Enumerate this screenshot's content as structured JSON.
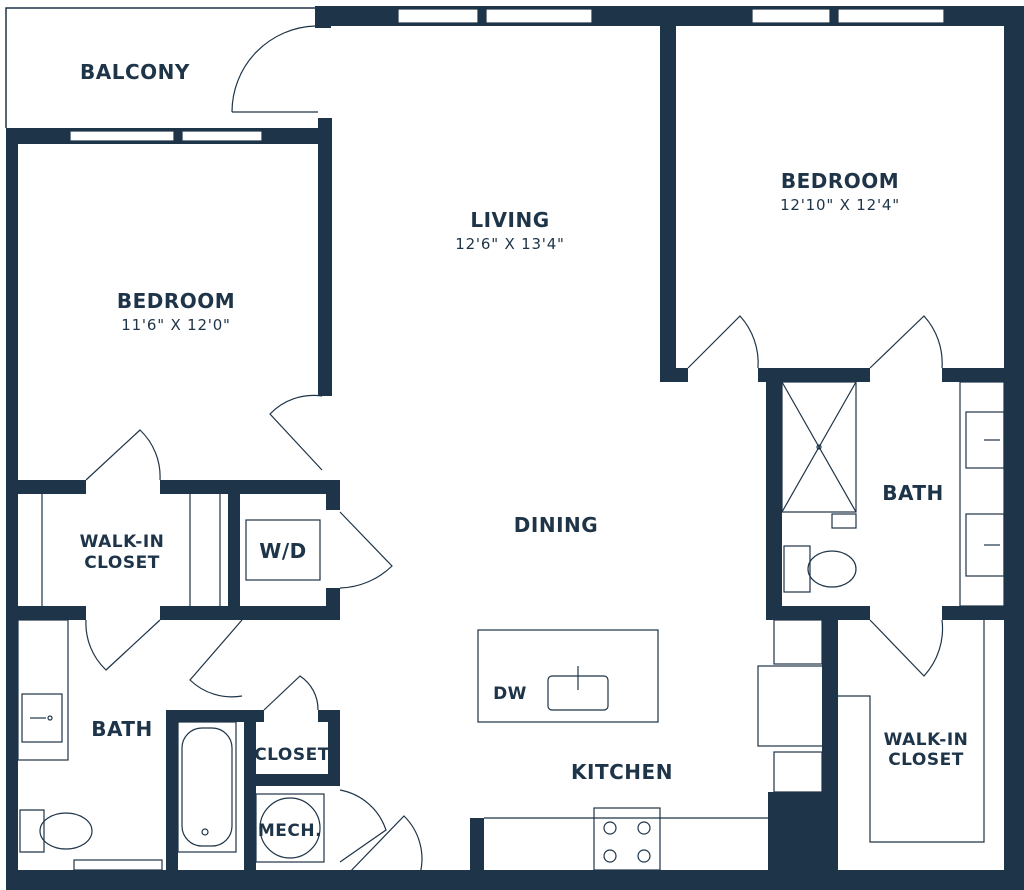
{
  "colors": {
    "wall": "#1e3448",
    "background": "#ffffff"
  },
  "rooms": {
    "balcony": {
      "label": "BALCONY"
    },
    "bedroom_left": {
      "label": "BEDROOM",
      "dimensions": "11'6\" X 12'0\""
    },
    "living": {
      "label": "LIVING",
      "dimensions": "12'6\" X 13'4\""
    },
    "bedroom_right": {
      "label": "BEDROOM",
      "dimensions": "12'10\" X 12'4\""
    },
    "dining": {
      "label": "DINING"
    },
    "walkin_closet_left": {
      "line1": "WALK-IN",
      "line2": "CLOSET"
    },
    "walkin_closet_right": {
      "line1": "WALK-IN",
      "line2": "CLOSET"
    },
    "laundry": {
      "label": "W/D"
    },
    "bath_left": {
      "label": "BATH"
    },
    "bath_right": {
      "label": "BATH"
    },
    "closet": {
      "label": "CLOSET"
    },
    "mech": {
      "label": "MECH."
    },
    "kitchen": {
      "label": "KITCHEN"
    },
    "dishwasher": {
      "label": "DW"
    }
  }
}
